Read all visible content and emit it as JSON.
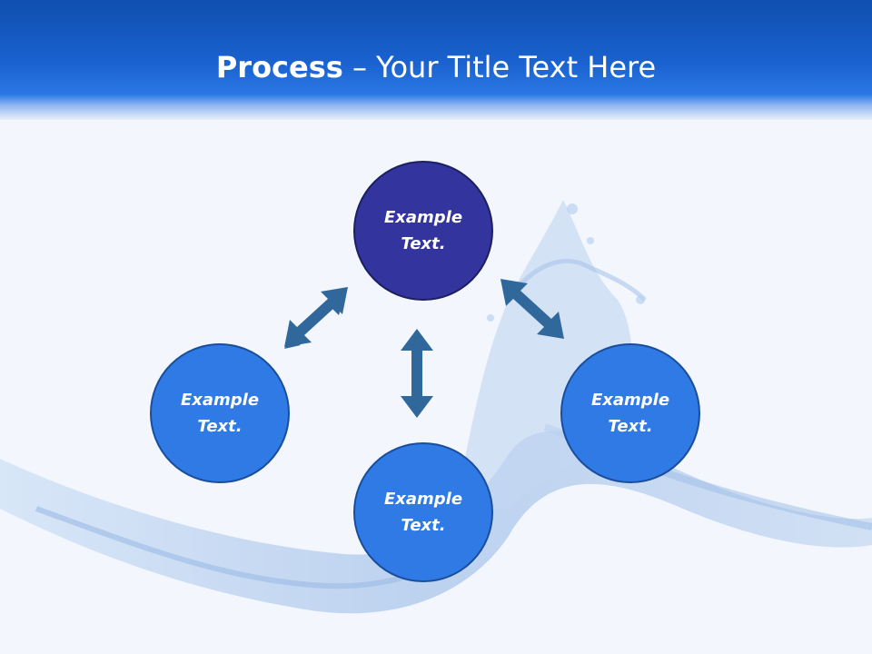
{
  "title": {
    "bold": "Process",
    "rest": " – Your Title Text Here"
  },
  "nodes": {
    "top": {
      "line1": "Example",
      "line2": "Text."
    },
    "left": {
      "line1": "Example",
      "line2": "Text."
    },
    "bottom": {
      "line1": "Example",
      "line2": "Text."
    },
    "right": {
      "line1": "Example",
      "line2": "Text."
    }
  },
  "colors": {
    "header": "#1a62cf",
    "top_node": "#34349f",
    "blue_node": "#2f7ae4",
    "arrow": "#31689c"
  }
}
